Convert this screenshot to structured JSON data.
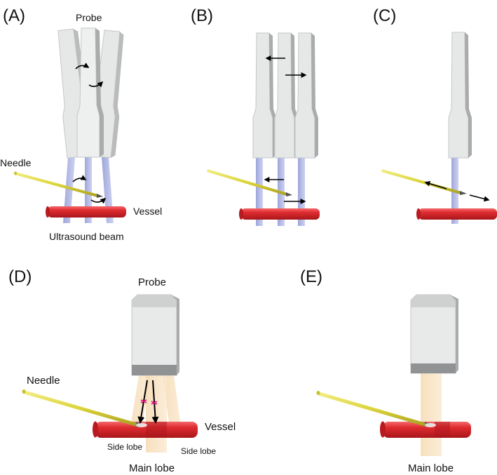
{
  "panels": {
    "a": {
      "label": "(A)",
      "probe": "Probe",
      "needle": "Needle",
      "vessel": "Vessel",
      "beam": "Ultrasound beam"
    },
    "b": {
      "label": "(B)"
    },
    "c": {
      "label": "(C)"
    },
    "d": {
      "label": "(D)",
      "probe": "Probe",
      "needle": "Needle",
      "vessel": "Vessel",
      "side_lobe_left": "Side lobe",
      "side_lobe_right": "Side lobe",
      "main_lobe": "Main lobe"
    },
    "e": {
      "label": "(E)",
      "main_lobe": "Main lobe"
    }
  },
  "colors": {
    "probe_light": "#e8e9e9",
    "probe_mid": "#d2d4d4",
    "probe_dark": "#a9abad",
    "beam_blue": "#8c95d6",
    "vessel_red": "#d9262b",
    "needle_yellow": "#e8e24a",
    "lobe_peach": "#f7dfbd",
    "artifact_magenta": "#e0157f"
  }
}
